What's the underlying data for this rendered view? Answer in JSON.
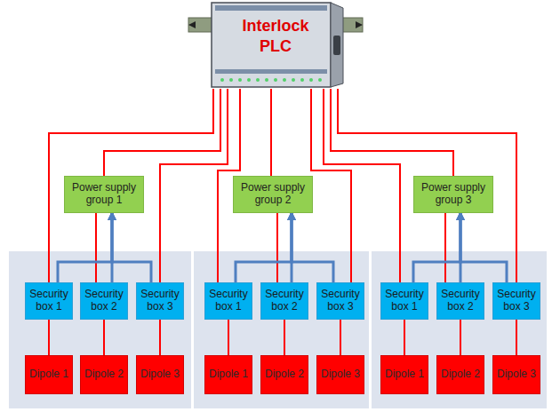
{
  "diagram": {
    "nodes": [
      {
        "text": [
          "Interlock PLC"
        ]
      },
      {
        "text": [
          "Power supply group 1"
        ]
      },
      {
        "text": [
          "Power supply group 2"
        ]
      },
      {
        "text": [
          "Power supply group 3"
        ]
      },
      {
        "text": [
          "Security box 1"
        ]
      },
      {
        "text": [
          "Security box 2"
        ]
      },
      {
        "text": [
          "Security box 3"
        ]
      },
      {
        "text": [
          "Security box 1"
        ]
      },
      {
        "text": [
          "Security box 2"
        ]
      },
      {
        "text": [
          "Security box 3"
        ]
      },
      {
        "text": [
          "Security box 1"
        ]
      },
      {
        "text": [
          "Security box 2"
        ]
      },
      {
        "text": [
          "Security box 3"
        ]
      },
      {
        "text": [
          "Dipole 1"
        ]
      },
      {
        "text": [
          "Dipole 2"
        ]
      },
      {
        "text": [
          "Dipole 3"
        ]
      },
      {
        "text": [
          "Dipole 1"
        ]
      },
      {
        "text": [
          "Dipole 2"
        ]
      },
      {
        "text": [
          "Dipole 3"
        ]
      },
      {
        "text": [
          "Dipole 1"
        ]
      },
      {
        "text": [
          "Dipole 2"
        ]
      },
      {
        "text": [
          "Dipole 3"
        ]
      }
    ],
    "edges": [
      {
        "from": 0,
        "to": 4,
        "arrow": "none"
      },
      {
        "from": 0,
        "to": 1,
        "arrow": "none"
      },
      {
        "from": 0,
        "to": 6,
        "arrow": "none"
      },
      {
        "from": 1,
        "to": 5,
        "arrow": "none"
      },
      {
        "from": 0,
        "to": 7,
        "arrow": "none"
      },
      {
        "from": 0,
        "to": 2,
        "arrow": "none"
      },
      {
        "from": 0,
        "to": 9,
        "arrow": "none"
      },
      {
        "from": 2,
        "to": 8,
        "arrow": "none"
      },
      {
        "from": 0,
        "to": 10,
        "arrow": "none"
      },
      {
        "from": 0,
        "to": 3,
        "arrow": "none"
      },
      {
        "from": 0,
        "to": 12,
        "arrow": "none"
      },
      {
        "from": 3,
        "to": 11,
        "arrow": "none"
      },
      {
        "from": 4,
        "to": 1,
        "arrow": "to"
      },
      {
        "from": 5,
        "to": 1,
        "arrow": "to"
      },
      {
        "from": 6,
        "to": 1,
        "arrow": "to"
      },
      {
        "from": 7,
        "to": 2,
        "arrow": "to"
      },
      {
        "from": 8,
        "to": 2,
        "arrow": "to"
      },
      {
        "from": 9,
        "to": 2,
        "arrow": "to"
      },
      {
        "from": 10,
        "to": 3,
        "arrow": "to"
      },
      {
        "from": 11,
        "to": 3,
        "arrow": "to"
      },
      {
        "from": 12,
        "to": 3,
        "arrow": "to"
      },
      {
        "from": 4,
        "to": 13,
        "arrow": "none"
      },
      {
        "from": 5,
        "to": 14,
        "arrow": "none"
      },
      {
        "from": 6,
        "to": 15,
        "arrow": "none"
      },
      {
        "from": 7,
        "to": 16,
        "arrow": "none"
      },
      {
        "from": 8,
        "to": 17,
        "arrow": "none"
      },
      {
        "from": 9,
        "to": 18,
        "arrow": "none"
      },
      {
        "from": 10,
        "to": 19,
        "arrow": "none"
      },
      {
        "from": 11,
        "to": 20,
        "arrow": "none"
      },
      {
        "from": 12,
        "to": 21,
        "arrow": "none"
      }
    ]
  }
}
